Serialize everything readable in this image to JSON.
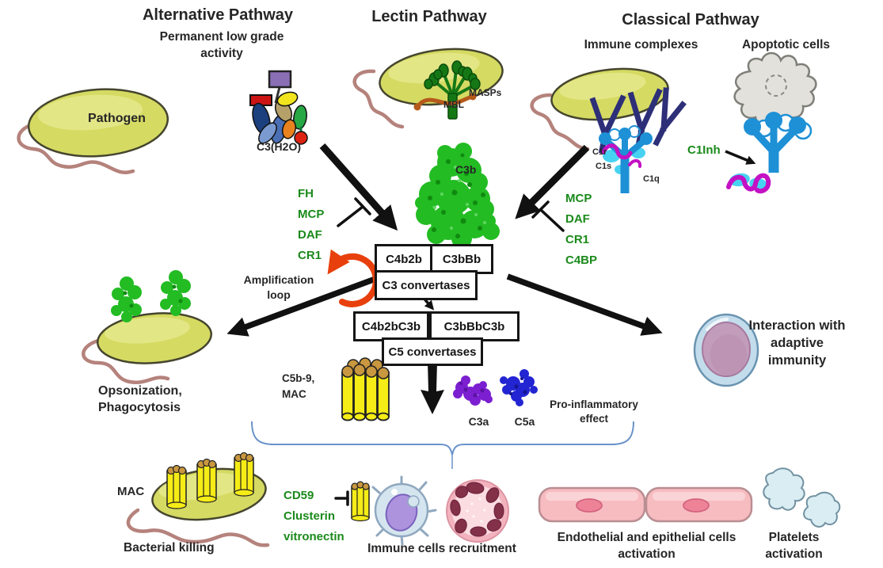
{
  "pathways": {
    "alternative": {
      "title": "Alternative Pathway",
      "subtitle": "Permanent low grade activity",
      "pathogen_label": "Pathogen",
      "hydrolyzed_c3_label": "C3(H2O)"
    },
    "lectin": {
      "title": "Lectin Pathway",
      "mbl_label": "MBL",
      "masps_label": "MASPs"
    },
    "classical": {
      "title": "Classical Pathway",
      "immune_complexes_label": "Immune complexes",
      "apoptotic_cells_label": "Apoptotic cells",
      "c1r_label": "C1r",
      "c1s_label": "C1s",
      "c1q_label": "C1q",
      "c1inh_label": "C1Inh"
    }
  },
  "center": {
    "c3b_label": "C3b",
    "regulators_left": [
      "FH",
      "MCP",
      "DAF",
      "CR1"
    ],
    "regulators_right": [
      "MCP",
      "DAF",
      "CR1",
      "C4BP"
    ],
    "convertase_boxes": {
      "c4b2b": "C4b2b",
      "c3bbb": "C3bBb",
      "c3_convertases": "C3 convertases",
      "c4b2bc3b": "C4b2bC3b",
      "c3bbbc3b": "C3bBbC3b",
      "c5_convertases": "C5 convertases"
    },
    "amplification_label": "Amplification loop"
  },
  "outcomes": {
    "opsonization_line1": "Opsonization,",
    "opsonization_line2": "Phagocytosis",
    "mac_complex_line1": "C5b-9,",
    "mac_complex_line2": "MAC",
    "c3a_label": "C3a",
    "c5a_label": "C5a",
    "pro_inflammatory_label": "Pro-inflammatory effect",
    "adaptive_immunity_label": "Interaction with adaptive immunity"
  },
  "effects": {
    "mac_label": "MAC",
    "bacterial_killing_label": "Bacterial killing",
    "mac_inhibitors": [
      "CD59",
      "Clusterin",
      "vitronectin"
    ],
    "immune_cells_label": "Immune cells recruitment",
    "endothelial_label": "Endothelial and epithelial cells activation",
    "platelets_label": "Platelets activation"
  },
  "colors": {
    "regulator_text_green": "#1b8a1b",
    "bacterium_body": "#d5da62",
    "c3b_green": "#23bc23",
    "amplification_red": "#e8400c",
    "c1_complex_blue": "#1e90d6",
    "antibody_navy": "#2d2f78",
    "mac_yellow": "#f6ec16",
    "c3a_purple": "#7b1fd0",
    "c5a_blue": "#2325d3",
    "brace_blue": "#6a93c9"
  }
}
